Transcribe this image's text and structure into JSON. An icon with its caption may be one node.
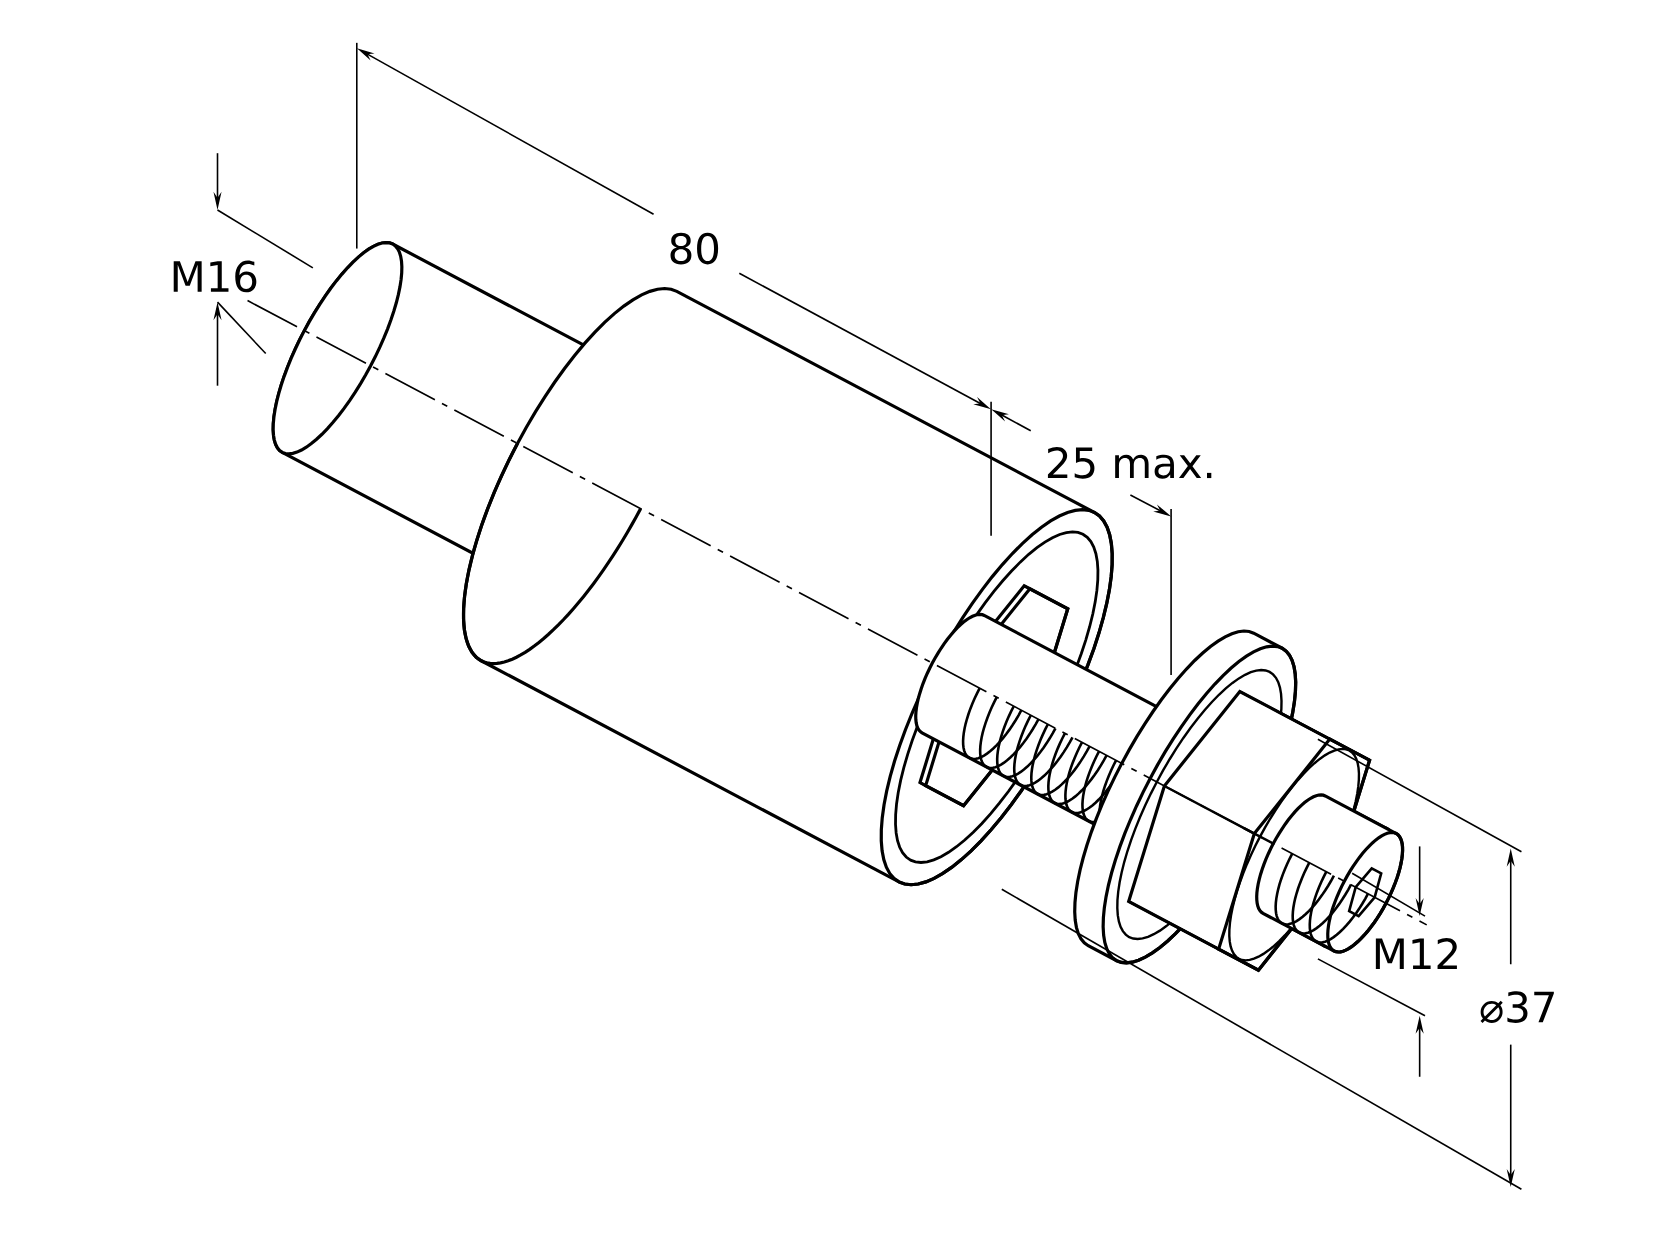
{
  "diagram": {
    "labels": [
      "80",
      "M16",
      "25 max.",
      "M12",
      "⌀37"
    ]
  }
}
